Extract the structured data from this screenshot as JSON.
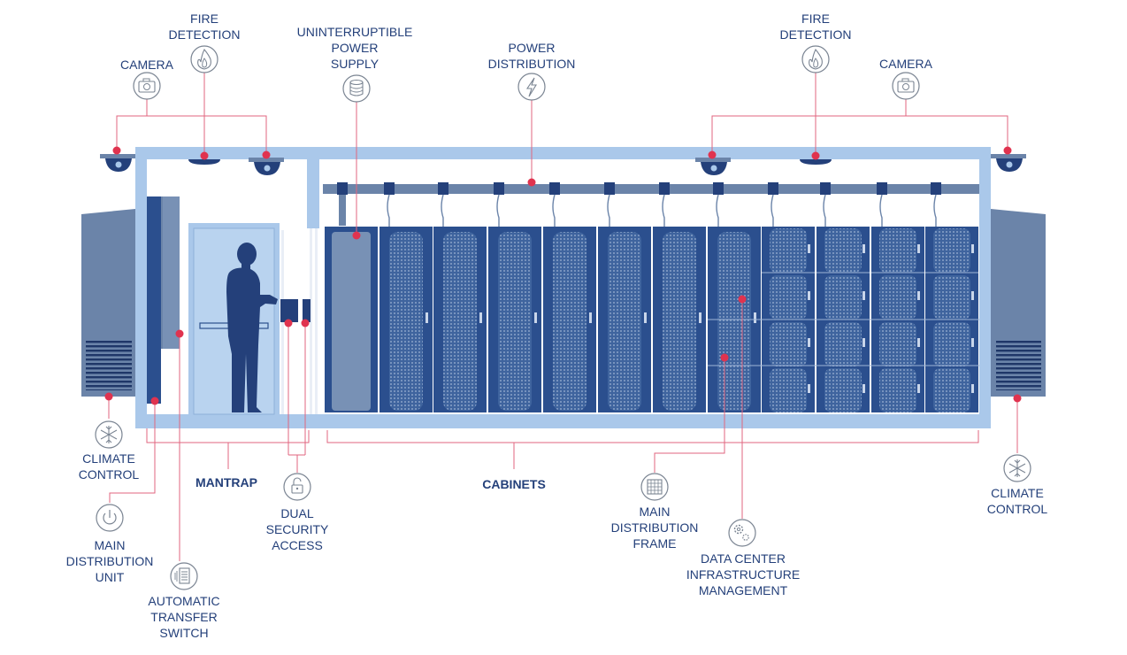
{
  "labels": {
    "camera_left": [
      "CAMERA"
    ],
    "fire_left": [
      "FIRE",
      "DETECTION"
    ],
    "ups": [
      "UNINTERRUPTIBLE",
      "POWER",
      "SUPPLY"
    ],
    "power_distribution": [
      "POWER",
      "DISTRIBUTION"
    ],
    "fire_right": [
      "FIRE",
      "DETECTION"
    ],
    "camera_right": [
      "CAMERA"
    ],
    "climate_left": [
      "CLIMATE",
      "CONTROL"
    ],
    "mantrap": [
      "MANTRAP"
    ],
    "cabinets": [
      "CABINETS"
    ],
    "climate_right": [
      "CLIMATE",
      "CONTROL"
    ],
    "main_distribution_unit": [
      "MAIN",
      "DISTRIBUTION",
      "UNIT"
    ],
    "automatic_transfer_switch": [
      "AUTOMATIC",
      "TRANSFER",
      "SWITCH"
    ],
    "dual_security_access": [
      "DUAL",
      "SECURITY",
      "ACCESS"
    ],
    "main_distribution_frame": [
      "MAIN",
      "DISTRIBUTION",
      "FRAME"
    ],
    "dcim": [
      "DATA CENTER",
      "INFRASTRUCTURE",
      "MANAGEMENT"
    ]
  },
  "icons": {
    "camera": "camera-icon",
    "fire": "flame-icon",
    "ups": "database-icon",
    "power": "lightning-icon",
    "climate": "snowflake-icon",
    "mdu": "power-button-icon",
    "ats": "switch-icon",
    "security": "padlock-icon",
    "mdf": "grid-icon",
    "dcim": "gears-icon"
  },
  "colors": {
    "navy": "#24407a",
    "cabinet": "#2b4f8e",
    "frame": "#aac8ea",
    "leader": "#e0667f",
    "dot": "#e0334f",
    "icon_stroke": "#7a8492",
    "unit": "#6b84a9"
  }
}
